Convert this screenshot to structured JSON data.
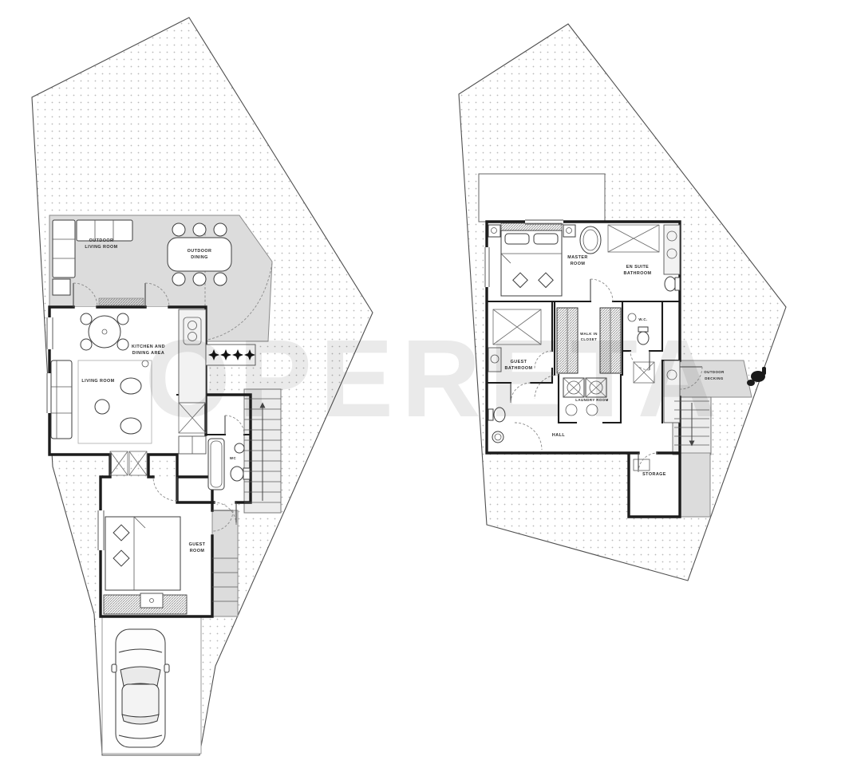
{
  "watermark": "OPERETA",
  "colors": {
    "deck_fill": "#dcdcdc",
    "stair_fill": "#ececec",
    "wall": "#1c1c1c",
    "site_dot": "#b9b9b9",
    "label": "#2b2b2b"
  },
  "ground_floor": {
    "labels": {
      "outdoor_living": [
        "OUTDOOR",
        "LIVING ROOM"
      ],
      "outdoor_dining": [
        "OUTDOOR",
        "DINING"
      ],
      "kitchen_dining": [
        "KITCHEN AND",
        "DINING AREA"
      ],
      "living_room": [
        "LIVING ROOM"
      ],
      "wc": [
        "WC"
      ],
      "guest_room": [
        "GUEST",
        "ROOM"
      ]
    }
  },
  "upper_floor": {
    "labels": {
      "master_room": [
        "MASTER",
        "ROOM"
      ],
      "ensuite_bathroom": [
        "EN SUITE",
        "BATHROOM"
      ],
      "walk_in_closet": [
        "WALK IN",
        "CLOSET"
      ],
      "wc": [
        "W.C."
      ],
      "guest_bathroom": [
        "GUEST",
        "BATHROOM"
      ],
      "laundry_room": [
        "LAUNDRY ROOM"
      ],
      "hall": [
        "HALL"
      ],
      "outdoor_decking": [
        "OUTDOOR",
        "DECKING"
      ],
      "storage": [
        "STORAGE"
      ]
    }
  }
}
